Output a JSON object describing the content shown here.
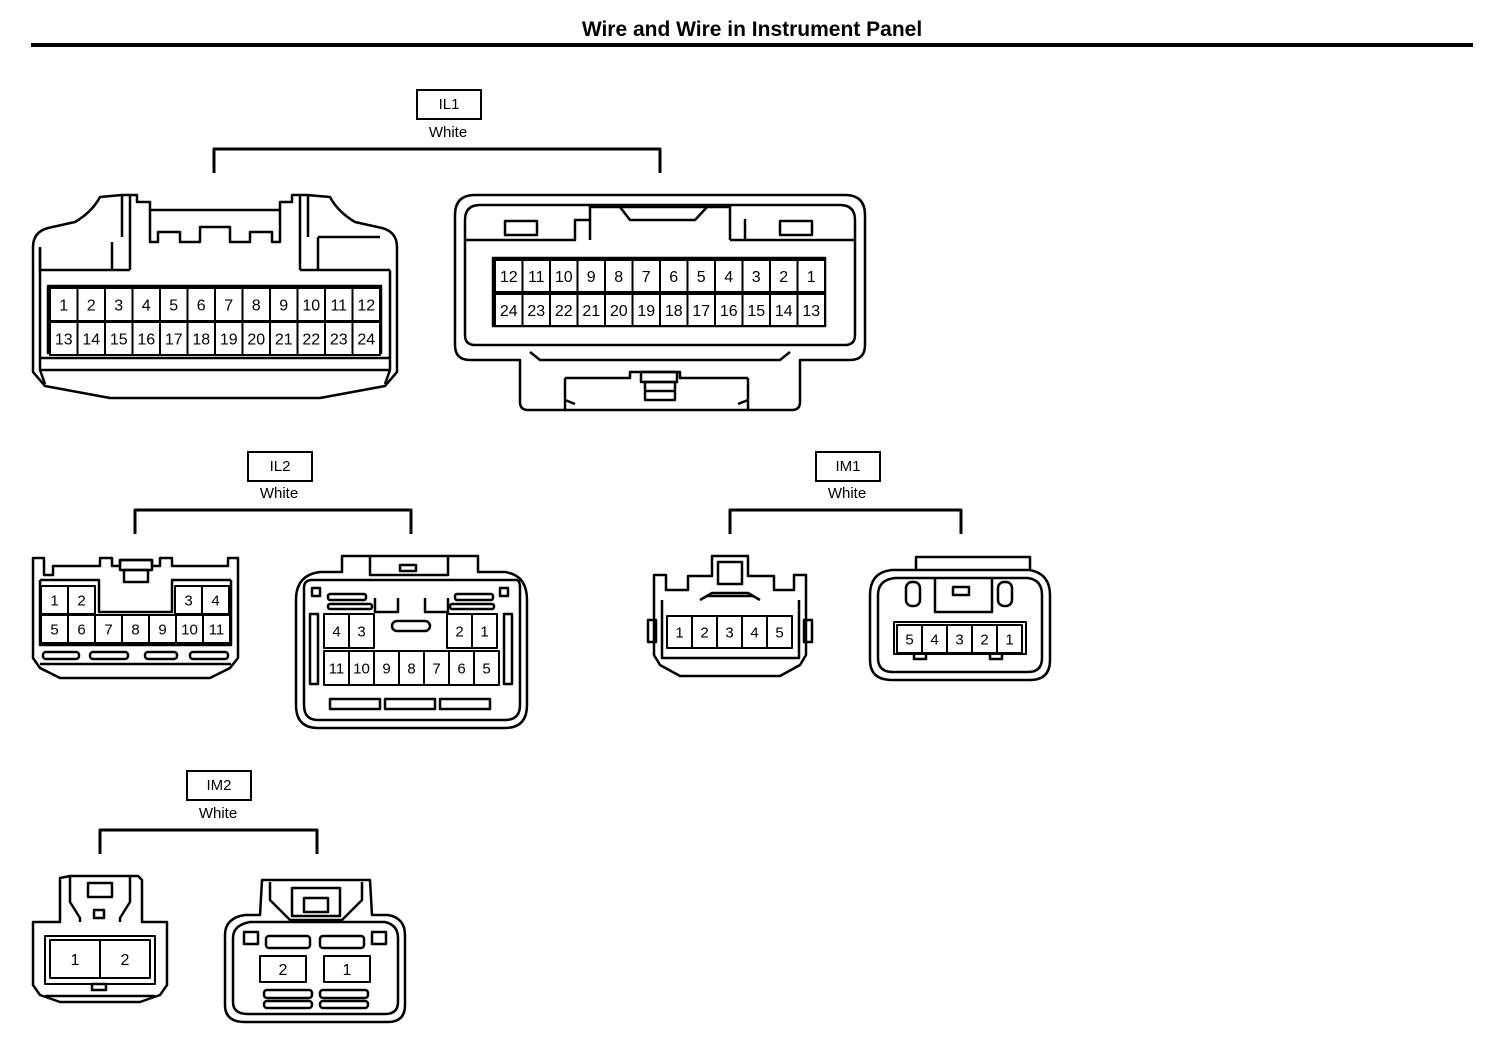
{
  "title": "Wire and Wire in Instrument Panel",
  "connectors": {
    "IL1": {
      "code": "IL1",
      "color": "White",
      "left_rows": [
        [
          "1",
          "2",
          "3",
          "4",
          "5",
          "6",
          "7",
          "8",
          "9",
          "10",
          "11",
          "12"
        ],
        [
          "13",
          "14",
          "15",
          "16",
          "17",
          "18",
          "19",
          "20",
          "21",
          "22",
          "23",
          "24"
        ]
      ],
      "right_rows": [
        [
          "12",
          "11",
          "10",
          "9",
          "8",
          "7",
          "6",
          "5",
          "4",
          "3",
          "2",
          "1"
        ],
        [
          "24",
          "23",
          "22",
          "21",
          "20",
          "19",
          "18",
          "17",
          "16",
          "15",
          "14",
          "13"
        ]
      ]
    },
    "IL2": {
      "code": "IL2",
      "color": "White",
      "left_rows": [
        [
          "1",
          "2",
          "3",
          "4"
        ],
        [
          "5",
          "6",
          "7",
          "8",
          "9",
          "10",
          "11"
        ]
      ],
      "right_rows": [
        [
          "4",
          "3",
          "2",
          "1"
        ],
        [
          "11",
          "10",
          "9",
          "8",
          "7",
          "6",
          "5"
        ]
      ]
    },
    "IM1": {
      "code": "IM1",
      "color": "White",
      "left_rows": [
        [
          "1",
          "2",
          "3",
          "4",
          "5"
        ]
      ],
      "right_rows": [
        [
          "5",
          "4",
          "3",
          "2",
          "1"
        ]
      ]
    },
    "IM2": {
      "code": "IM2",
      "color": "White",
      "left_rows": [
        [
          "1",
          "2"
        ]
      ],
      "right_rows": [
        [
          "2",
          "1"
        ]
      ]
    }
  }
}
